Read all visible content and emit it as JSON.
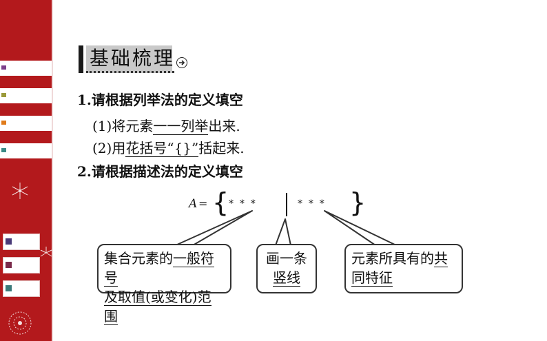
{
  "sidebar": {
    "stripe_colors": [
      "#7b3f8a",
      "#9b9a3a",
      "#e07b1a",
      "#3a8a86"
    ],
    "tab_colors": [
      "#4a3a78",
      "#7a2a4a",
      "#3a7a7a"
    ]
  },
  "heading": {
    "title": "基础梳理",
    "icon": "forward-circle-icon"
  },
  "item1": {
    "title": "1.请根据列举法的定义填空",
    "sub1": {
      "prefix": "(1)将元素",
      "blank": "一一列举",
      "suffix": "出来."
    },
    "sub2": {
      "prefix": "(2)用",
      "blank": "花括号“{}”",
      "suffix": "括起来."
    }
  },
  "item2": {
    "title": "2.请根据描述法的定义填空"
  },
  "formula": {
    "variable": "A",
    "equals": "=",
    "left_marks": "*  *  *",
    "right_marks": "*  *  *"
  },
  "callouts": {
    "left": {
      "line1_prefix": "集合元素的",
      "line1_blank": "一般符号",
      "line2_blank": "及取值(或变化)范围"
    },
    "middle": {
      "line1": "画一条",
      "line2_blank": "竖线"
    },
    "right": {
      "line1_prefix": "元素所具有的",
      "line1_blank": "共",
      "line2_blank": "同特征"
    }
  }
}
